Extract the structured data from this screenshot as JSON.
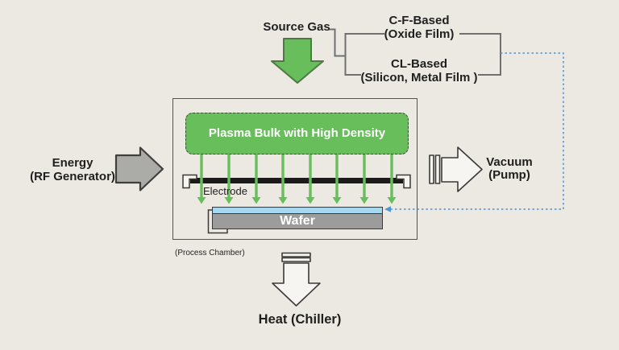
{
  "diagram": {
    "source_gas": {
      "label": "Source Gas"
    },
    "gas_types": [
      {
        "name": "C-F-Based",
        "target": "(Oxide Film)"
      },
      {
        "name": "CL-Based",
        "target": "(Silicon, Metal Film )"
      }
    ],
    "energy": {
      "line1": "Energy",
      "line2": "(RF Generator)"
    },
    "vacuum": {
      "line1": "Vacuum",
      "line2": "(Pump)"
    },
    "heat": {
      "label": "Heat (Chiller)"
    },
    "chamber": {
      "plasma_label": "Plasma Bulk with High Density",
      "electrode_label": "Electrode",
      "wafer_label": "Wafer",
      "caption": "(Process Chamber)"
    }
  },
  "icons": {
    "source_gas_arrow": "green-down-arrow",
    "energy_arrow": "gray-right-arrow",
    "vacuum_arrow": "white-right-arrow-with-bars",
    "heat_arrow": "white-down-arrow-with-bars",
    "ion_flux_arrows": "eight-green-down-arrows",
    "gas_feed_line": "blue-dotted-left-arrow"
  },
  "colors": {
    "background": "#ECE9E3",
    "green": "#68BE5B",
    "green_dark": "#4B7A42",
    "wafer_blue": "#A6D9F0",
    "wafer_gray": "#9C9C9C",
    "dotted_blue": "#4F93D3",
    "energy_gray": "#ABABA8",
    "outline": "#3C3A38",
    "line_gray": "#707070",
    "text": "#1F1F1F",
    "white_arrow": "#F7F5F1",
    "electrode_black": "#1B1B1B",
    "chamber_border": "#56534F"
  }
}
